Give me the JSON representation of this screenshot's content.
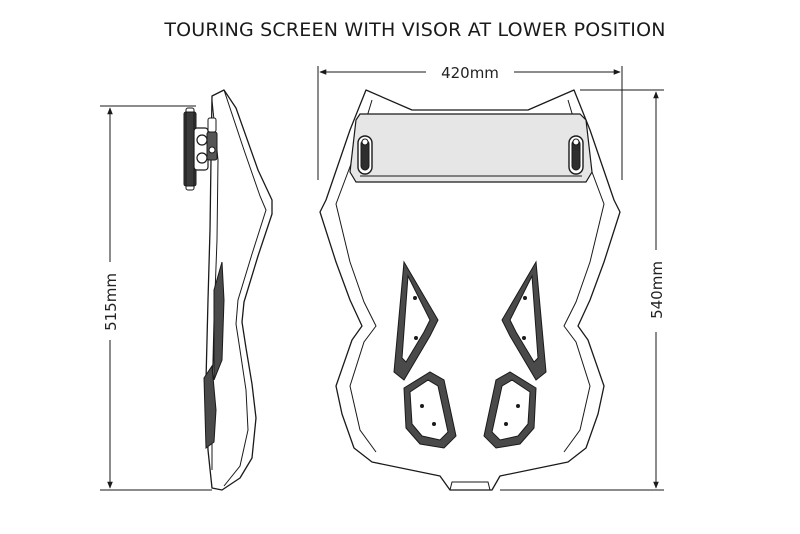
{
  "title": "TOURING SCREEN WITH VISOR AT LOWER POSITION",
  "dimensions": {
    "width": "420mm",
    "side_height": "515mm",
    "front_height": "540mm"
  },
  "colors": {
    "line": "#1a1a1a",
    "visor": "#e6e6e6",
    "dark_part": "#4a4a4a",
    "background": "#ffffff"
  }
}
